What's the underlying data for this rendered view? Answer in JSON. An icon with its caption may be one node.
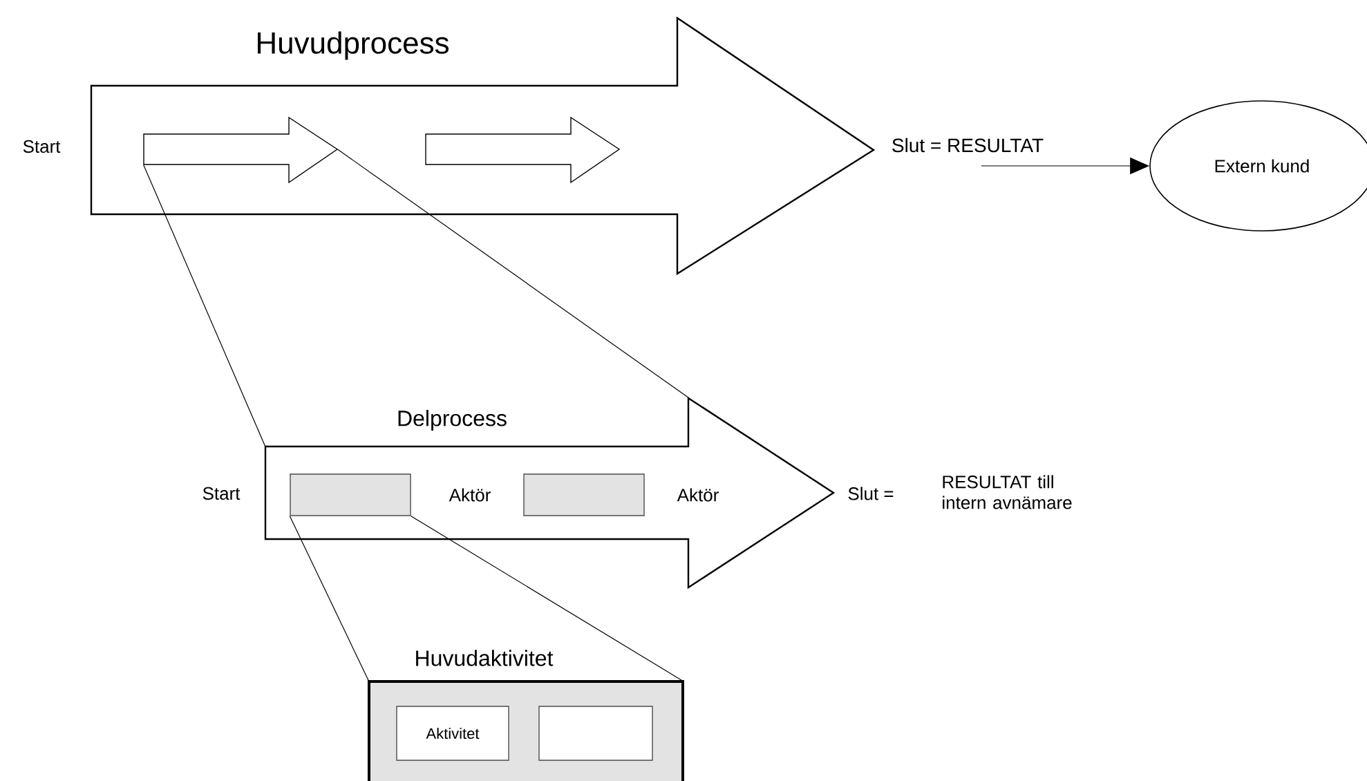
{
  "diagram": {
    "nodes": [
      {
        "text": [
          "Huvudprocess"
        ],
        "beside": [
          "Start"
        ]
      },
      {
        "text": [],
        "shape": "arrow",
        "in": 0
      },
      {
        "text": [],
        "shape": "arrow",
        "in": 0
      },
      {
        "text": [
          "Slut = RESULTAT"
        ]
      },
      {
        "text": [
          "Extern kund"
        ]
      },
      {
        "text": [
          "Delprocess"
        ],
        "beside": [
          "Start",
          "Slut =",
          "RESULTAT till intern avnämare"
        ]
      },
      {
        "text": [],
        "shape": "box",
        "in": 5,
        "beside": [
          "Aktör"
        ]
      },
      {
        "text": [],
        "shape": "box",
        "in": 5,
        "beside": [
          "Aktör"
        ]
      },
      {
        "text": [
          "Huvudaktivitet"
        ]
      },
      {
        "text": [
          "Aktivitet"
        ],
        "in": 8
      },
      {
        "text": [],
        "shape": "box",
        "in": 8
      }
    ],
    "edges": [
      {
        "from": 3,
        "to": 4,
        "arrow": "to"
      },
      {
        "from": 1,
        "to": 5,
        "arrow": "none"
      },
      {
        "from": 1,
        "to": 5,
        "arrow": "none"
      },
      {
        "from": 6,
        "to": 8,
        "arrow": "none"
      },
      {
        "from": 6,
        "to": 8,
        "arrow": "none"
      }
    ]
  }
}
